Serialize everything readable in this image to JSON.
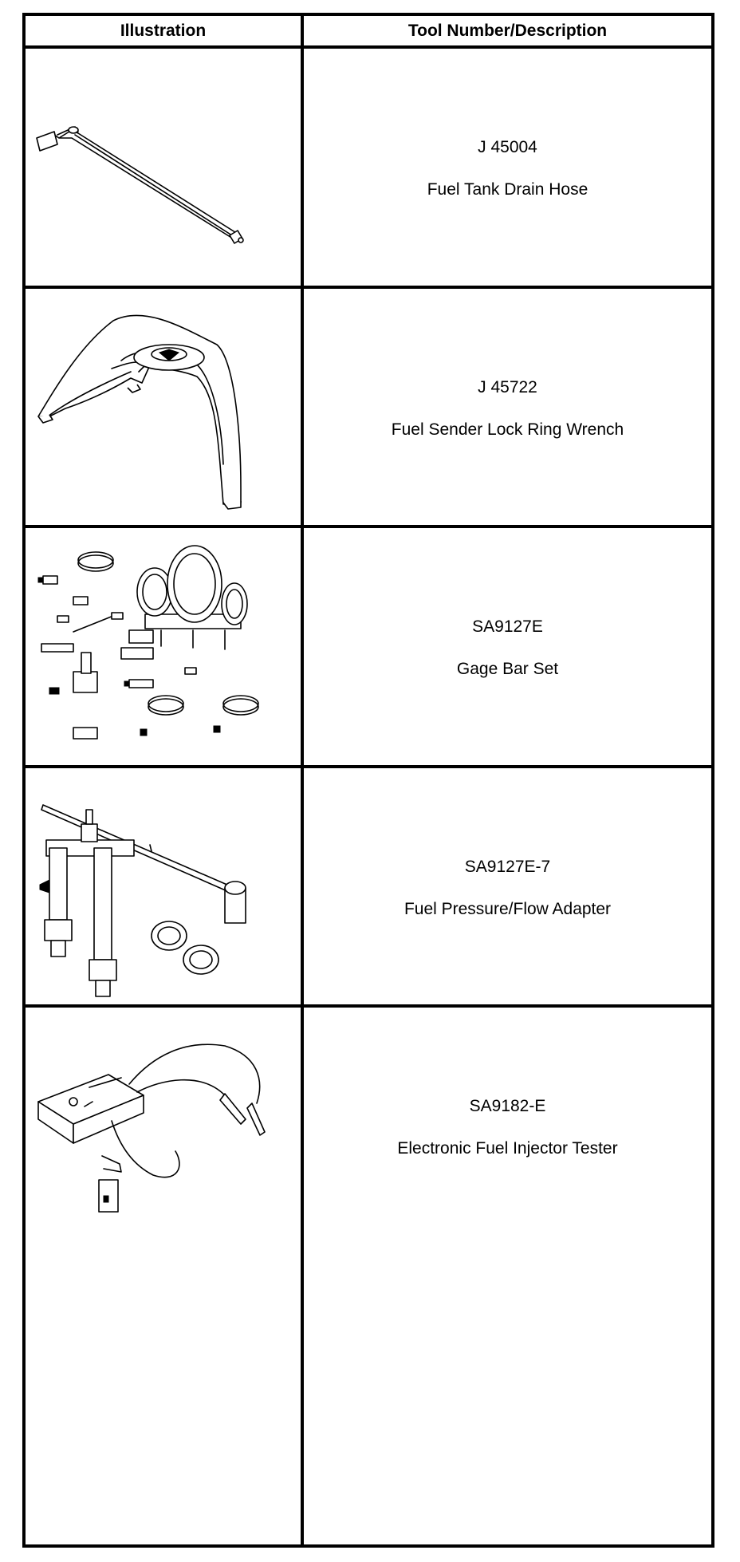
{
  "header": {
    "col_illustration": "Illustration",
    "col_tool": "Tool Number/Description"
  },
  "rows": [
    {
      "tool_number": "J 45004",
      "description": "Fuel Tank Drain Hose",
      "icon": "drain-hose-icon"
    },
    {
      "tool_number": "J 45722",
      "description": "Fuel Sender Lock Ring Wrench",
      "icon": "lock-ring-wrench-icon"
    },
    {
      "tool_number": "SA9127E",
      "description": "Gage Bar Set",
      "icon": "gage-bar-set-icon"
    },
    {
      "tool_number": "SA9127E-7",
      "description": "Fuel Pressure/Flow Adapter",
      "icon": "pressure-flow-adapter-icon"
    },
    {
      "tool_number": "SA9182-E",
      "description": "Electronic Fuel Injector Tester",
      "icon": "injector-tester-icon"
    }
  ]
}
